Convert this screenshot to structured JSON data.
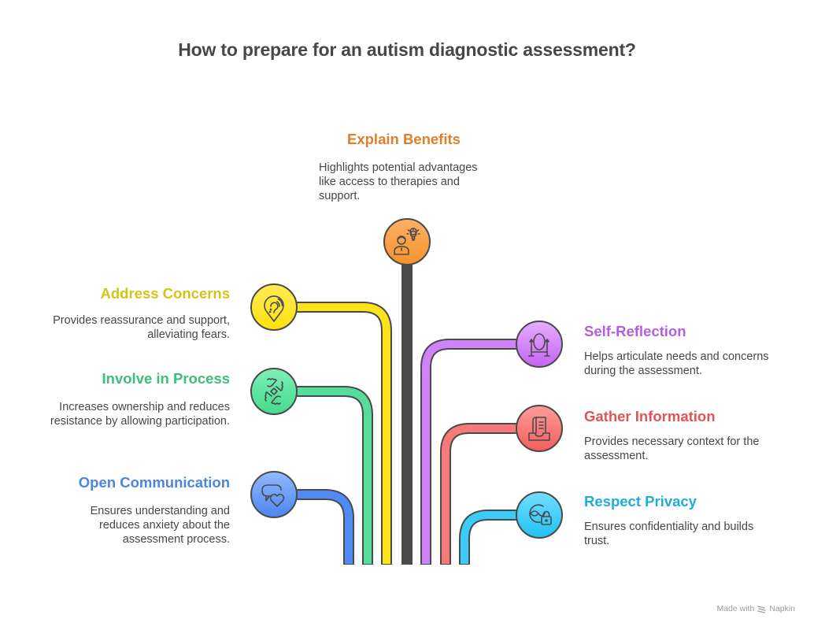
{
  "title": "How to prepare for an autism diagnostic assessment?",
  "footer": {
    "made_with": "Made with",
    "brand": "Napkin"
  },
  "colors": {
    "orange": "#F7952F",
    "yellow": "#FFE31A",
    "green": "#4ADE92",
    "blue": "#4F8BF5",
    "purple": "#C766F5",
    "red": "#F4625F",
    "cyan": "#22C5F5",
    "outline": "#4A4A4A"
  },
  "steps": [
    {
      "id": "explain-benefits",
      "label": "Explain Benefits",
      "description": "Highlights potential advantages like access to therapies and support.",
      "icon": "person-lightbulb-icon",
      "color": "#E07F2A",
      "side": "top"
    },
    {
      "id": "address-concerns",
      "label": "Address Concerns",
      "description": "Provides reassurance and support, alleviating fears.",
      "icon": "ear-location-pin-icon",
      "color": "#D9C714",
      "side": "left"
    },
    {
      "id": "involve-in-process",
      "label": "Involve in Process",
      "description": "Increases ownership and reduces resistance by allowing participation.",
      "icon": "joined-hands-icon",
      "color": "#3DBE7A",
      "side": "left"
    },
    {
      "id": "open-communication",
      "label": "Open Communication",
      "description": "Ensures understanding and reduces anxiety about the assessment process.",
      "icon": "speech-bubble-heart-icon",
      "color": "#4A86E0",
      "side": "left"
    },
    {
      "id": "self-reflection",
      "label": "Self-Reflection",
      "description": "Helps articulate needs and concerns during the assessment.",
      "icon": "standing-mirror-icon",
      "color": "#B55FE0",
      "side": "right"
    },
    {
      "id": "gather-information",
      "label": "Gather Information",
      "description": "Provides necessary context for the assessment.",
      "icon": "document-inbox-icon",
      "color": "#E05553",
      "side": "right"
    },
    {
      "id": "respect-privacy",
      "label": "Respect Privacy",
      "description": "Ensures confidentiality and builds trust.",
      "icon": "privacy-lock-icon",
      "color": "#1FAED9",
      "side": "right"
    }
  ]
}
